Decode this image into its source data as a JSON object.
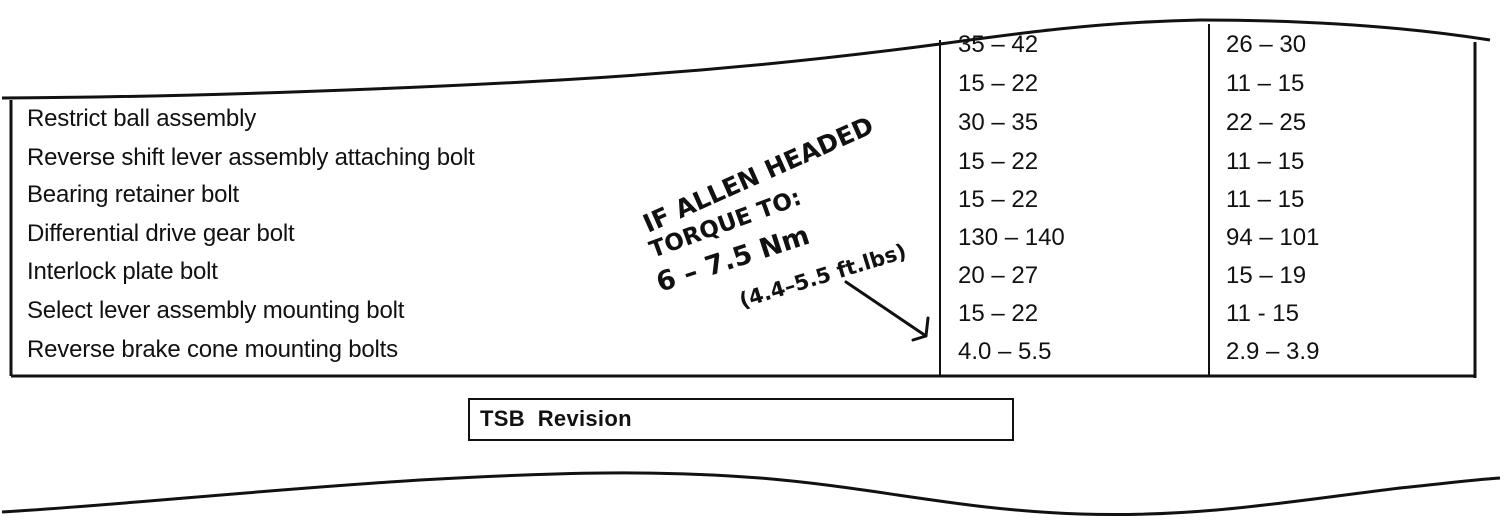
{
  "table": {
    "partial_rows": [
      {
        "nm": "35 – 42",
        "ftlb": "26 – 30"
      },
      {
        "nm": "15 – 22",
        "ftlb": "11 – 15"
      }
    ],
    "rows": [
      {
        "item": "Restrict ball assembly",
        "nm": "30 – 35",
        "ftlb": "22 – 25"
      },
      {
        "item": "Reverse shift lever assembly attaching bolt",
        "nm": "15 – 22",
        "ftlb": "11 – 15"
      },
      {
        "item": "Bearing retainer bolt",
        "nm": "15 – 22",
        "ftlb": "11 – 15"
      },
      {
        "item": "Differential drive gear bolt",
        "nm": "130 – 140",
        "ftlb": "94 – 101"
      },
      {
        "item": "Interlock plate bolt",
        "nm": "20 – 27",
        "ftlb": "15 – 19"
      },
      {
        "item": "Select lever assembly mounting bolt",
        "nm": "15 – 22",
        "ftlb": "11 - 15"
      },
      {
        "item": "Reverse brake cone mounting bolts",
        "nm": "4.0 – 5.5",
        "ftlb": "2.9 – 3.9"
      }
    ]
  },
  "handwritten_note": {
    "line1": "IF ALLEN HEADED",
    "line2": "TORQUE TO:",
    "line3": "6 – 7.5 Nm",
    "line4": "(4.4–5.5 ft.lbs)"
  },
  "tsb": {
    "title": "TSB  Revision"
  }
}
